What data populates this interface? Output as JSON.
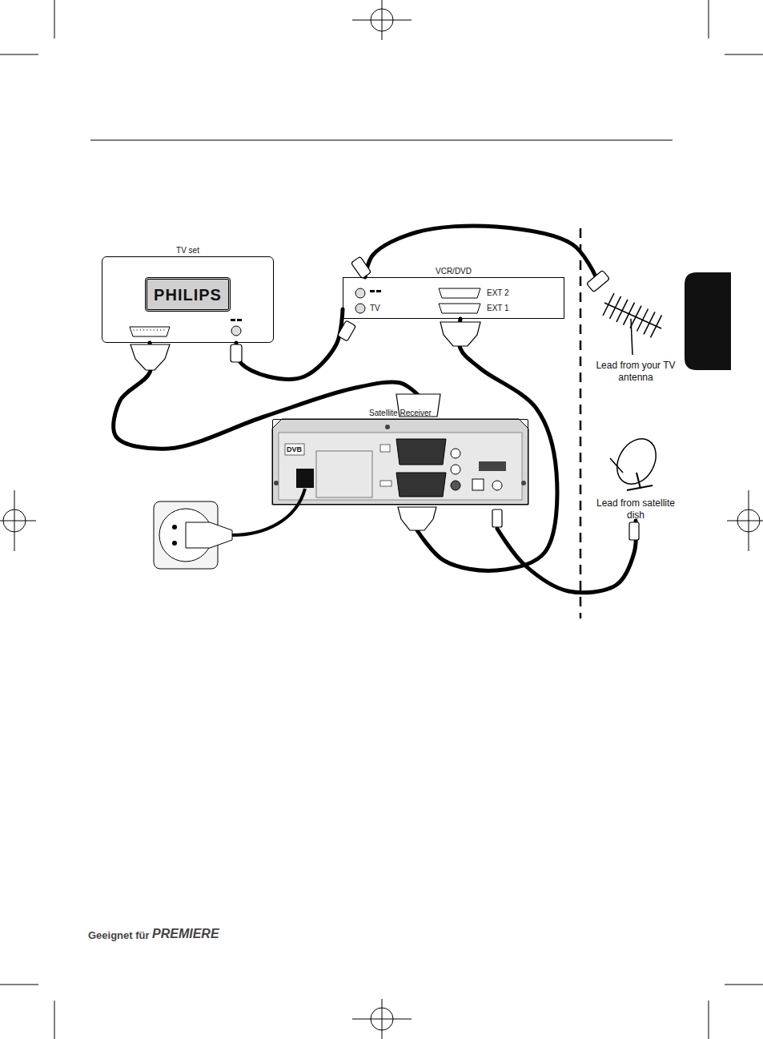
{
  "diagram": {
    "nodes": [
      {
        "text": [
          "TV set"
        ]
      },
      {
        "text": [
          "PHILIPS"
        ],
        "in": 0
      },
      {
        "text": [
          "VCR/DVD"
        ]
      },
      {
        "text": [
          "Satellite Receiver"
        ]
      },
      {
        "text": [
          "Lead from your TV antenna"
        ]
      },
      {
        "text": [
          "Lead from satellite dish"
        ]
      }
    ],
    "edges": [
      {
        "from": 4,
        "to": 2,
        "arrow": "none"
      },
      {
        "from": 2,
        "to": 0,
        "arrow": "none"
      },
      {
        "from": 0,
        "to": 3,
        "arrow": "none"
      },
      {
        "from": 2,
        "to": 3,
        "arrow": "none"
      },
      {
        "from": 5,
        "to": 3,
        "arrow": "none"
      }
    ],
    "labels": [
      "TV",
      "EXT 2",
      "EXT 1",
      "DVB",
      "Geeignet für",
      "PREMIERE"
    ]
  }
}
